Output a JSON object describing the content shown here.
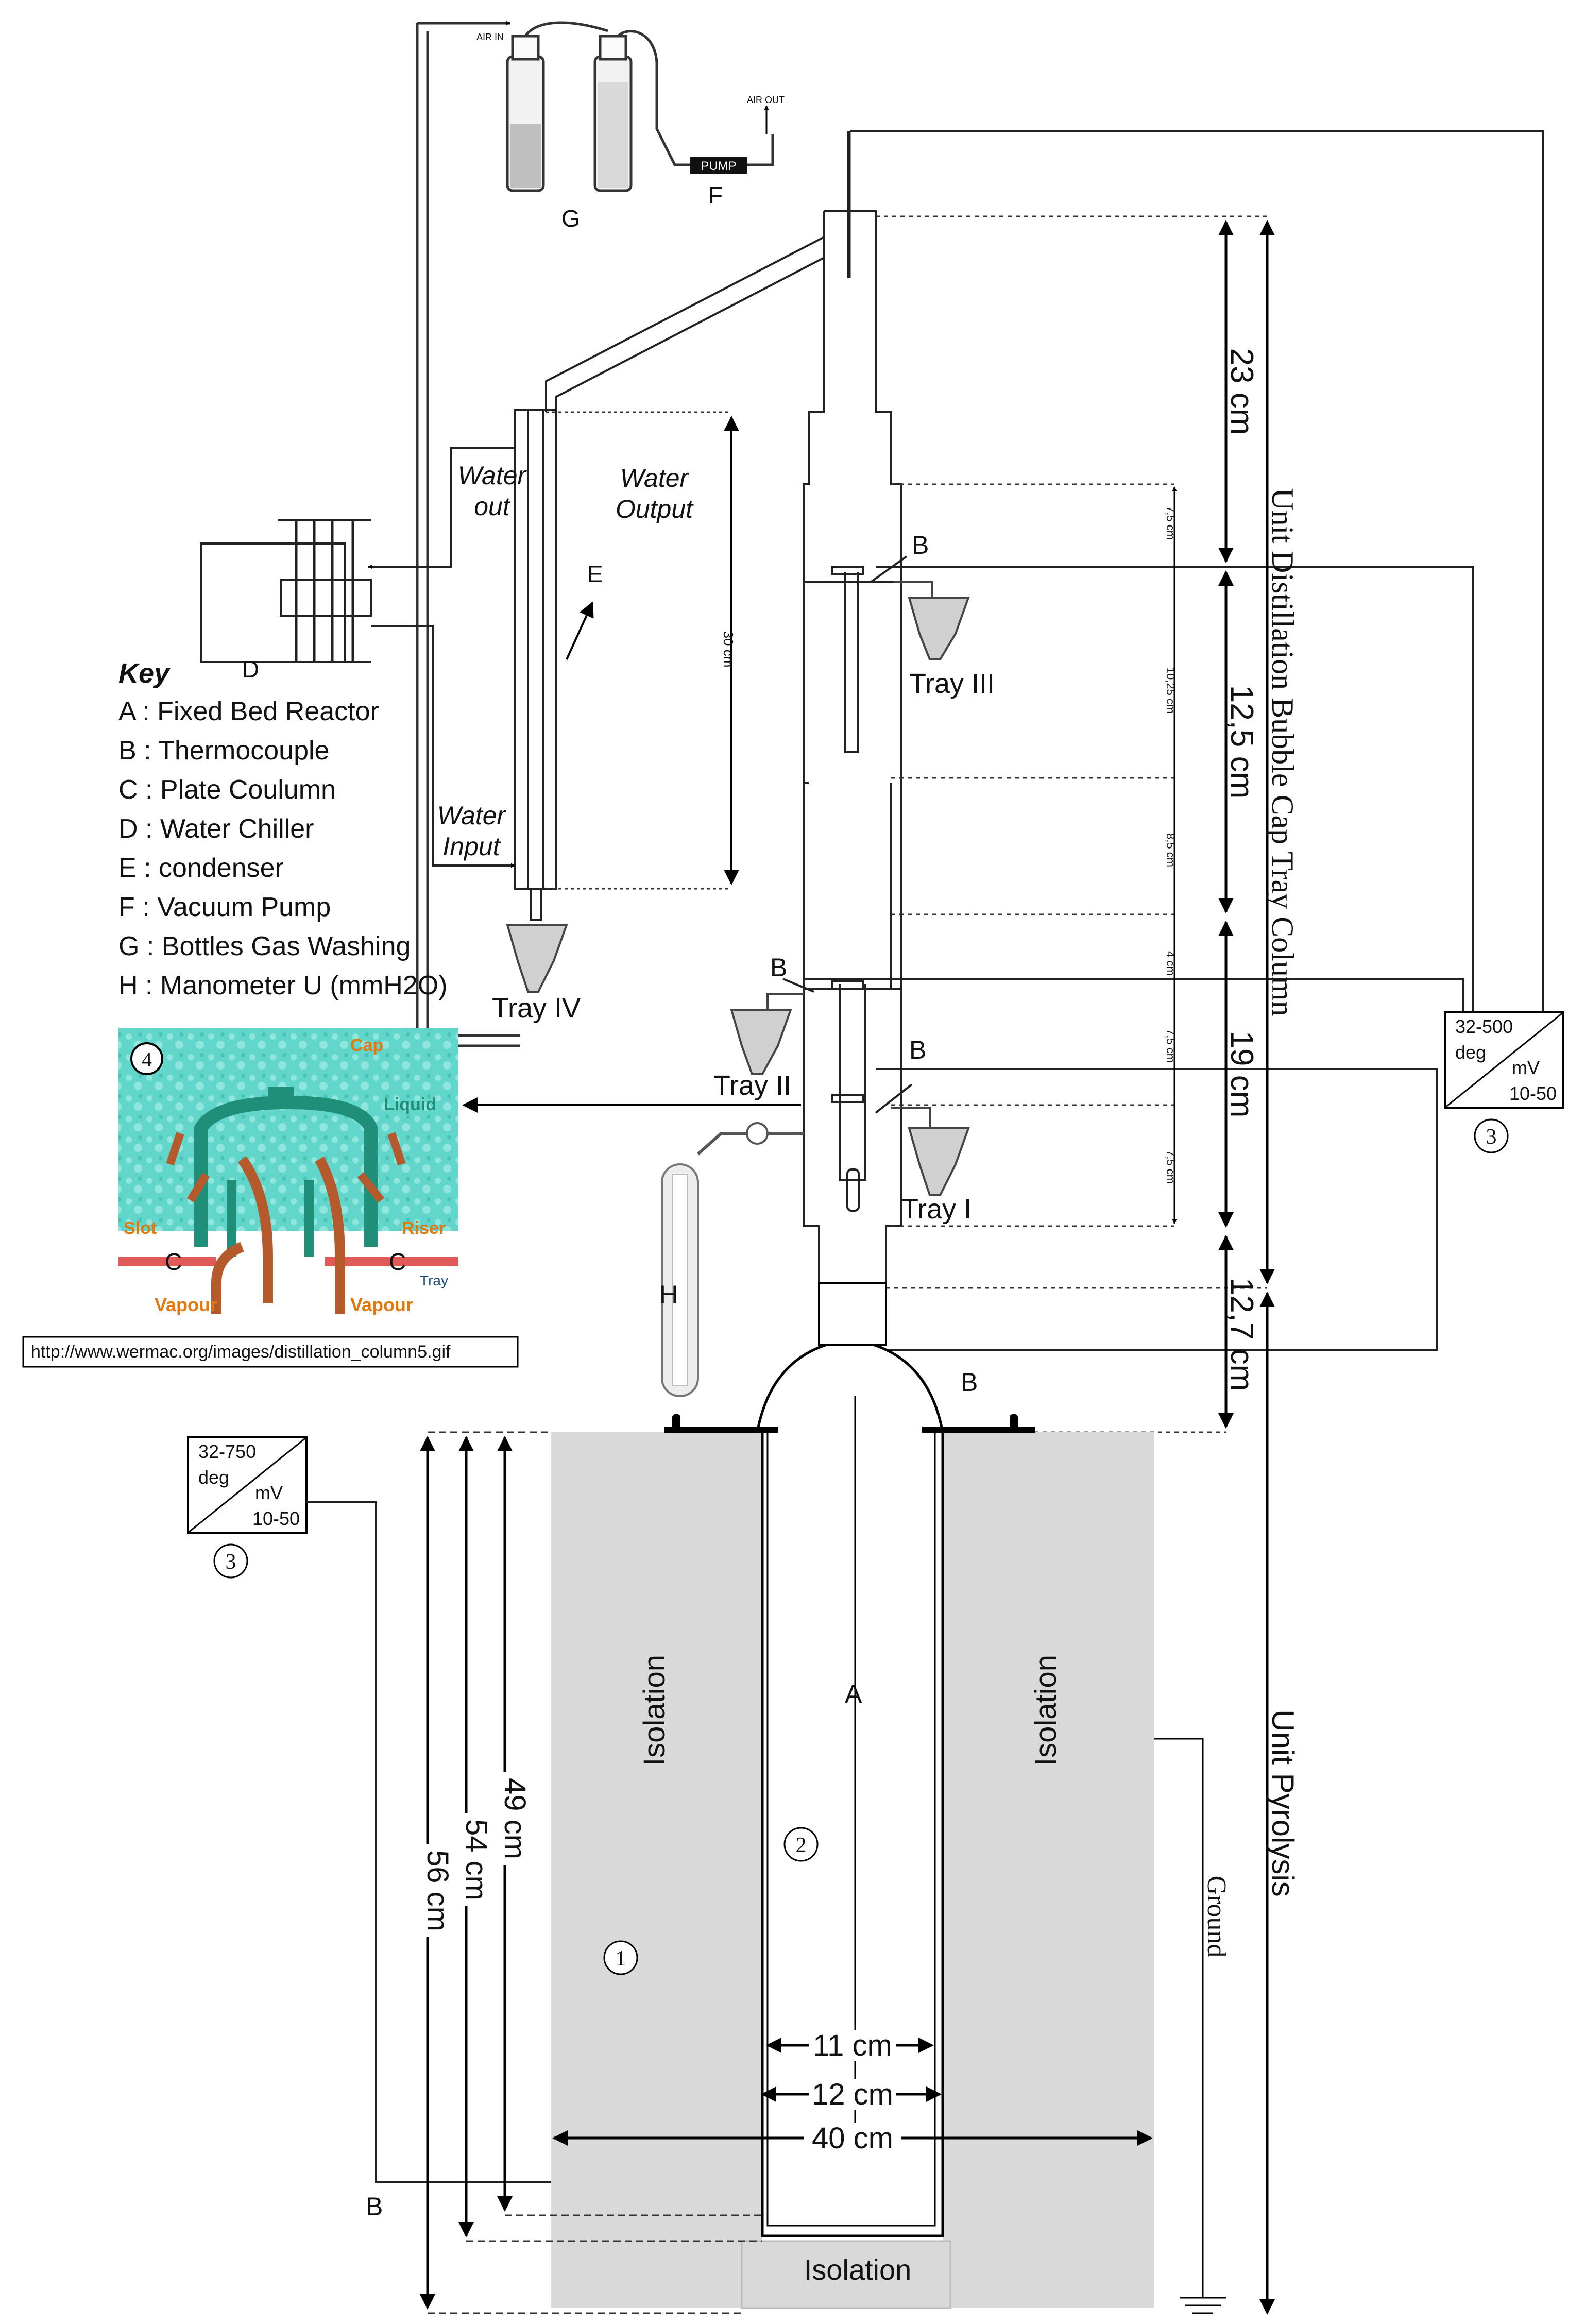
{
  "apparatus": {
    "air_in": "AIR IN",
    "air_out": "AIR OUT",
    "pump": "PUMP",
    "label_g": "G",
    "label_f": "F",
    "label_d": "D",
    "label_e": "E",
    "label_a": "A",
    "label_b": "B",
    "label_h": "H",
    "water_out_1": "Water",
    "water_out_2": "out",
    "water_output_1": "Water",
    "water_output_2": "Output",
    "water_input_1": "Water",
    "water_input_2": "Input",
    "condenser_len": "30 cm",
    "tray_1": "Tray I",
    "tray_2": "Tray II",
    "tray_3": "Tray III",
    "tray_4": "Tray IV"
  },
  "key": {
    "title": "Key",
    "items": [
      "A  : Fixed Bed Reactor",
      "B  : Thermocouple",
      "C  : Plate Coulumn",
      "D  : Water Chiller",
      "E  : condenser",
      "F  : Vacuum Pump",
      "G  : Bottles Gas Washing",
      "H : Manometer U (mmH2O)"
    ]
  },
  "inset": {
    "number": "4",
    "cap": "Cap",
    "liquid": "Liquid",
    "slot": "Slot",
    "riser": "Riser",
    "c1": "C",
    "c2": "C",
    "tray": "Tray",
    "vapour_l": "Vapour",
    "vapour_r": "Vapour",
    "url": "http://www.wermac.org/images/distillation_column5.gif"
  },
  "converters": {
    "right": {
      "range": "32-500",
      "deg": "deg",
      "mv": "mV",
      "mv_range": "10-50",
      "number": "3"
    },
    "left": {
      "range": "32-750",
      "deg": "deg",
      "mv": "mV",
      "mv_range": "10-50",
      "number": "3"
    }
  },
  "dimensions": {
    "d23": "23  cm",
    "d125": "12,5  cm",
    "d19": "19  cm",
    "d127": "12,7 cm",
    "small_75a": "7,5 cm",
    "small_1025": "10,25 cm",
    "small_85": "8,5 cm",
    "small_4": "4 cm",
    "small_75b": "7,5 cm",
    "small_75c": "7,5 cm",
    "d49": "49 cm",
    "d54": "54 cm",
    "d56": "56 cm",
    "d11": "11 cm",
    "d12": "12 cm",
    "d40": "40 cm"
  },
  "units": {
    "distillation": "Unit Distillation Bubble Cap Tray Column",
    "pyrolysis": "Unit Pyrolysis",
    "ground": "Ground"
  },
  "reactor": {
    "isolation_left": "Isolation",
    "isolation_right": "Isolation",
    "isolation_bottom": "Isolation",
    "n1": "1",
    "n2": "2"
  },
  "colors": {
    "isolation": "#d9d9d9",
    "inset_bg": "#5fd3c8",
    "cap": "#1f8f7a",
    "arrow": "#b55a2c",
    "label_orange": "#e07a10",
    "tray_red": "#e05a5a"
  }
}
